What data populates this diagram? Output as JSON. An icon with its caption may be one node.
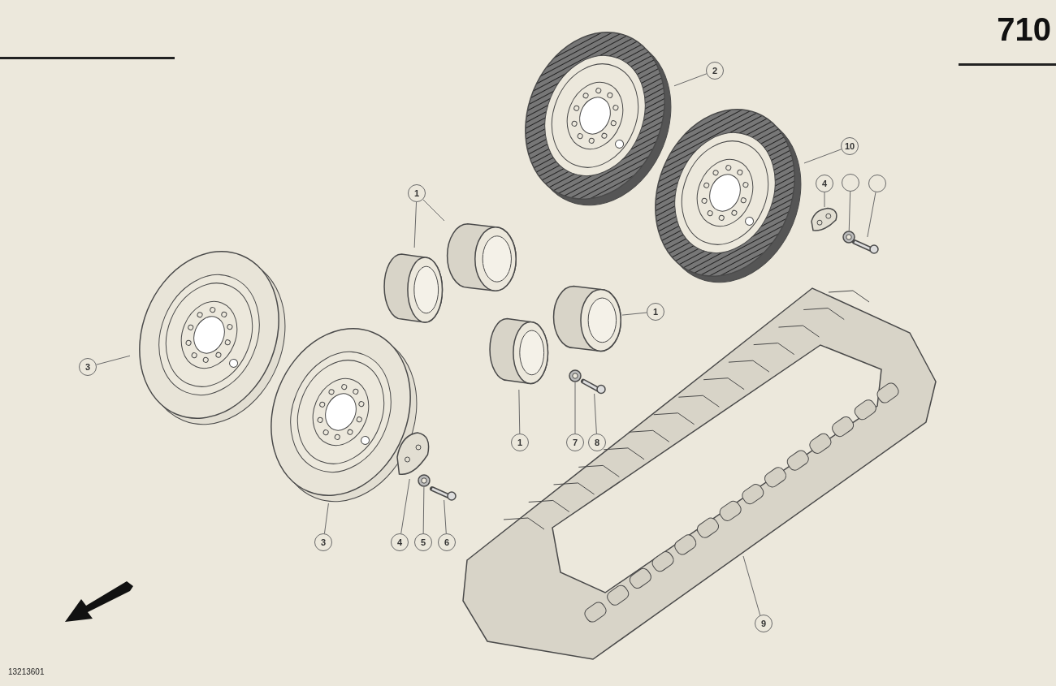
{
  "diagram": {
    "nodes": [
      {
        "text": [
          "2"
        ]
      },
      {
        "text": [],
        "shape": "picture"
      },
      {
        "text": [
          "10"
        ]
      },
      {
        "text": [],
        "shape": "picture"
      },
      {
        "text": [
          "4"
        ]
      },
      {
        "text": [],
        "shape": "picture"
      },
      {
        "text": [],
        "shape": "circle"
      },
      {
        "text": [],
        "shape": "picture"
      },
      {
        "text": [],
        "shape": "circle"
      },
      {
        "text": [],
        "shape": "picture"
      },
      {
        "text": [
          "1"
        ]
      },
      {
        "text": [],
        "shape": "picture"
      },
      {
        "text": [],
        "shape": "picture"
      },
      {
        "text": [
          "3"
        ]
      },
      {
        "text": [],
        "shape": "picture"
      },
      {
        "text": [
          "3"
        ]
      },
      {
        "text": [],
        "shape": "picture"
      },
      {
        "text": [
          "4"
        ]
      },
      {
        "text": [],
        "shape": "picture"
      },
      {
        "text": [
          "5"
        ]
      },
      {
        "text": [],
        "shape": "picture"
      },
      {
        "text": [
          "6"
        ]
      },
      {
        "text": [],
        "shape": "picture"
      },
      {
        "text": [
          "1"
        ]
      },
      {
        "text": [],
        "shape": "picture"
      },
      {
        "text": [
          "1"
        ]
      },
      {
        "text": [],
        "shape": "picture"
      },
      {
        "text": [
          "7"
        ]
      },
      {
        "text": [],
        "shape": "picture"
      },
      {
        "text": [
          "8"
        ]
      },
      {
        "text": [],
        "shape": "picture"
      },
      {
        "text": [
          "9"
        ]
      },
      {
        "text": [],
        "shape": "picture"
      }
    ],
    "edges": [
      {
        "from": 0,
        "to": 1,
        "arrow": "none"
      },
      {
        "from": 2,
        "to": 3,
        "arrow": "none"
      },
      {
        "from": 4,
        "to": 5,
        "arrow": "none"
      },
      {
        "from": 6,
        "to": 7,
        "arrow": "none"
      },
      {
        "from": 8,
        "to": 9,
        "arrow": "none"
      },
      {
        "from": 10,
        "to": 11,
        "arrow": "none"
      },
      {
        "from": 10,
        "to": 12,
        "arrow": "none"
      },
      {
        "from": 13,
        "to": 14,
        "arrow": "none"
      },
      {
        "from": 15,
        "to": 16,
        "arrow": "none"
      },
      {
        "from": 17,
        "to": 18,
        "arrow": "none"
      },
      {
        "from": 19,
        "to": 20,
        "arrow": "none"
      },
      {
        "from": 21,
        "to": 22,
        "arrow": "none"
      },
      {
        "from": 23,
        "to": 24,
        "arrow": "none"
      },
      {
        "from": 25,
        "to": 26,
        "arrow": "none"
      },
      {
        "from": 27,
        "to": 28,
        "arrow": "none"
      },
      {
        "from": 29,
        "to": 30,
        "arrow": "none"
      },
      {
        "from": 31,
        "to": 32,
        "arrow": "none"
      }
    ],
    "labels": [
      "710",
      "13213601"
    ]
  }
}
